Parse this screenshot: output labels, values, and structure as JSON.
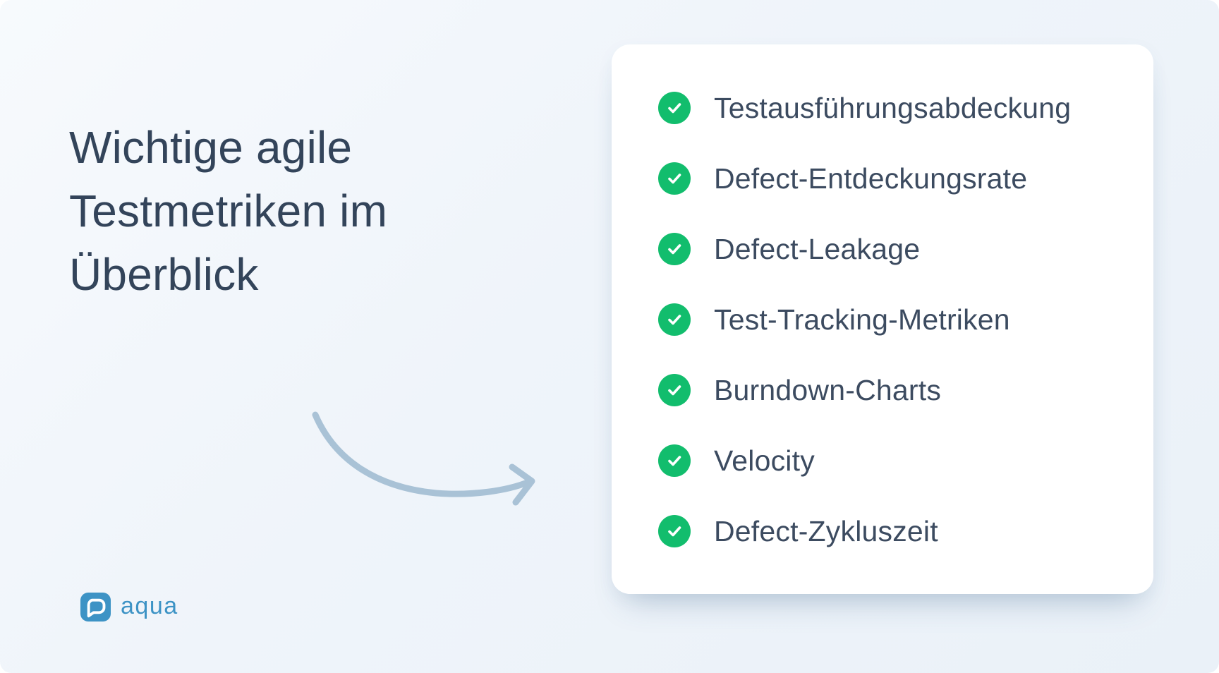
{
  "canvas": {
    "background_color": "#eff4fa",
    "corner_color": "#ffffff"
  },
  "heading": {
    "text": "Wichtige agile\nTestmetriken im\nÜberblick",
    "color": "#33445a"
  },
  "arrow": {
    "icon": "curved-arrow-icon",
    "color": "#a9c2d6",
    "direction": "points-right-toward-card"
  },
  "card": {
    "background": "#ffffff",
    "check_icon": "check-icon",
    "check_color": "#12bd6d",
    "text_color": "#3c4b60",
    "items": [
      "Testausführungsabdeckung",
      "Defect-Entdeckungsrate",
      "Defect-Leakage",
      "Test-Tracking-Metriken",
      "Burndown-Charts",
      "Velocity",
      "Defect-Zykluszeit"
    ]
  },
  "logo": {
    "icon": "aqua-logo-icon",
    "wordmark": "aqua",
    "color": "#3d93c5"
  }
}
